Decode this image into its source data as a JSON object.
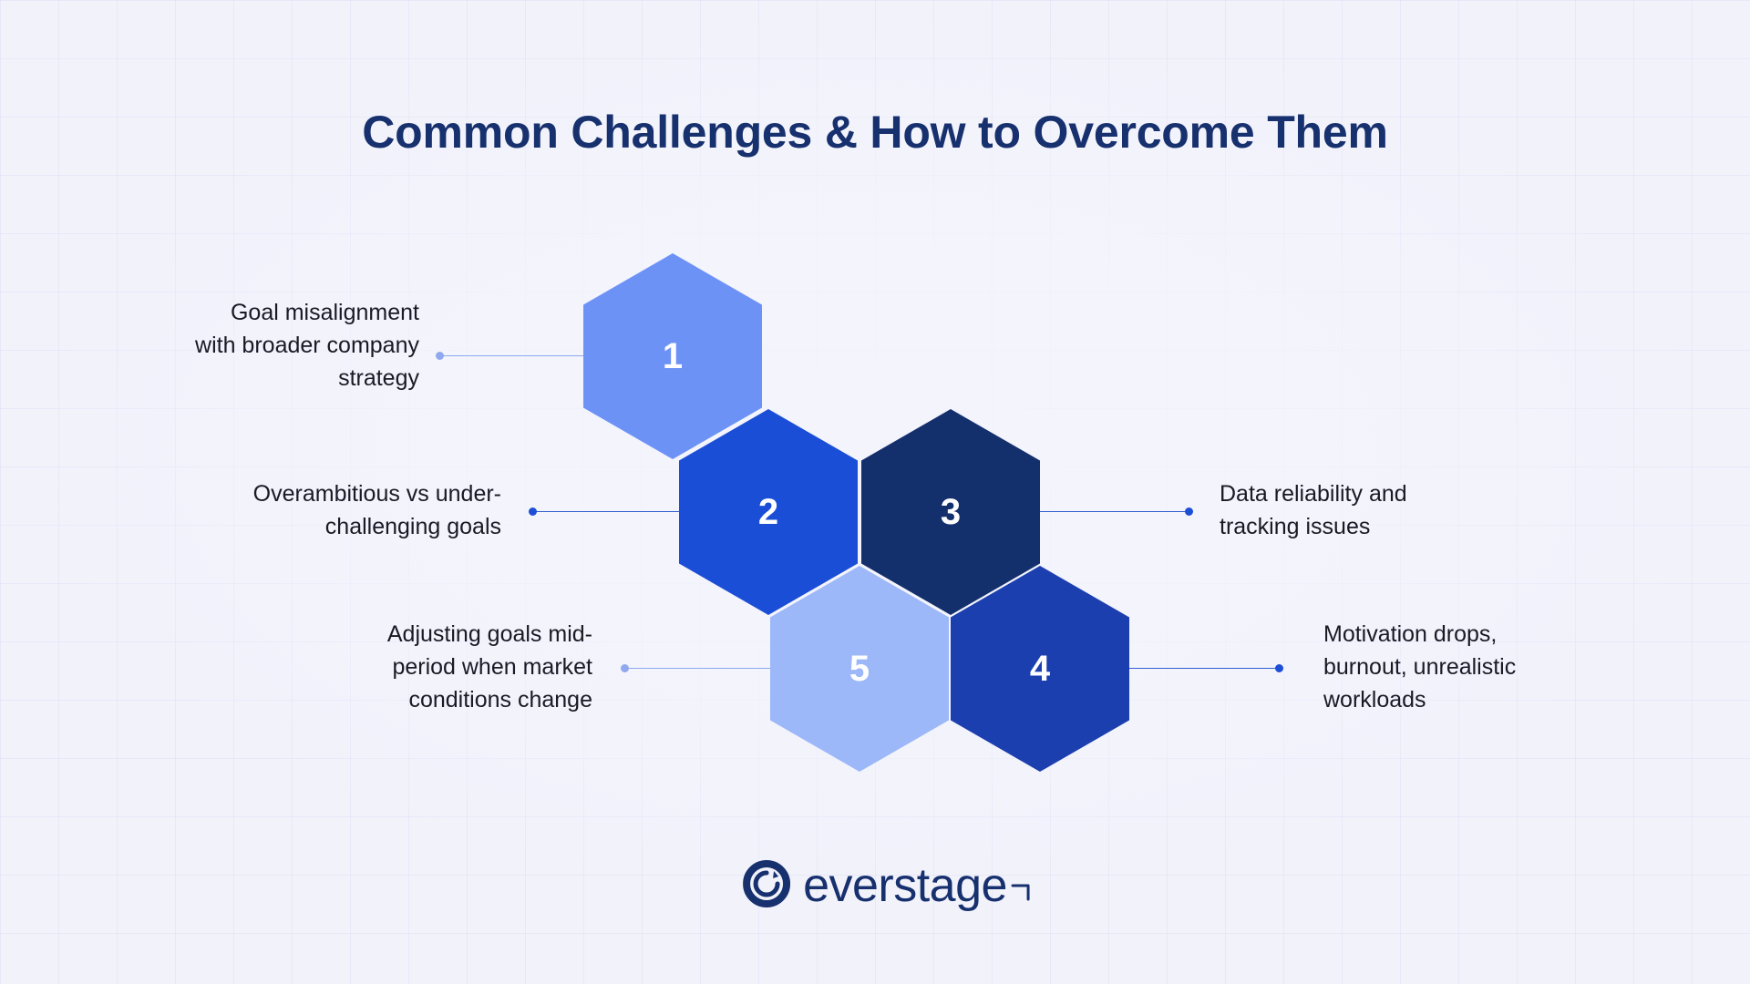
{
  "page": {
    "title": "Common Challenges & How to Overcome Them",
    "background_color": "#f2f2fb",
    "title_color": "#17306e"
  },
  "hexagons": [
    {
      "number": "1",
      "color": "#6d92f6",
      "side": "left",
      "label": "Goal misalignment with broader company strategy"
    },
    {
      "number": "2",
      "color": "#1b4ed6",
      "side": "left",
      "label": "Overambitious vs under-challenging goals"
    },
    {
      "number": "3",
      "color": "#14306c",
      "side": "right",
      "label": "Data reliability and tracking issues"
    },
    {
      "number": "4",
      "color": "#1b3fae",
      "side": "right",
      "label": "Motivation drops, burnout, unrealistic workloads"
    },
    {
      "number": "5",
      "color": "#9cb8f8",
      "side": "left",
      "label": "Adjusting goals mid-period when market conditions change"
    }
  ],
  "labels": {
    "one": {
      "lines": [
        "Goal misalignment",
        "with broader company",
        "strategy"
      ]
    },
    "two": {
      "lines": [
        "Overambitious vs under-",
        "challenging goals"
      ]
    },
    "three": {
      "lines": [
        "Data reliability and",
        "tracking issues"
      ]
    },
    "four": {
      "lines": [
        "Motivation drops,",
        "burnout, unrealistic",
        "workloads"
      ]
    },
    "five": {
      "lines": [
        "Adjusting goals mid-",
        "period when market",
        "conditions change"
      ]
    }
  },
  "logo": {
    "name": "everstage",
    "color": "#17306e"
  }
}
